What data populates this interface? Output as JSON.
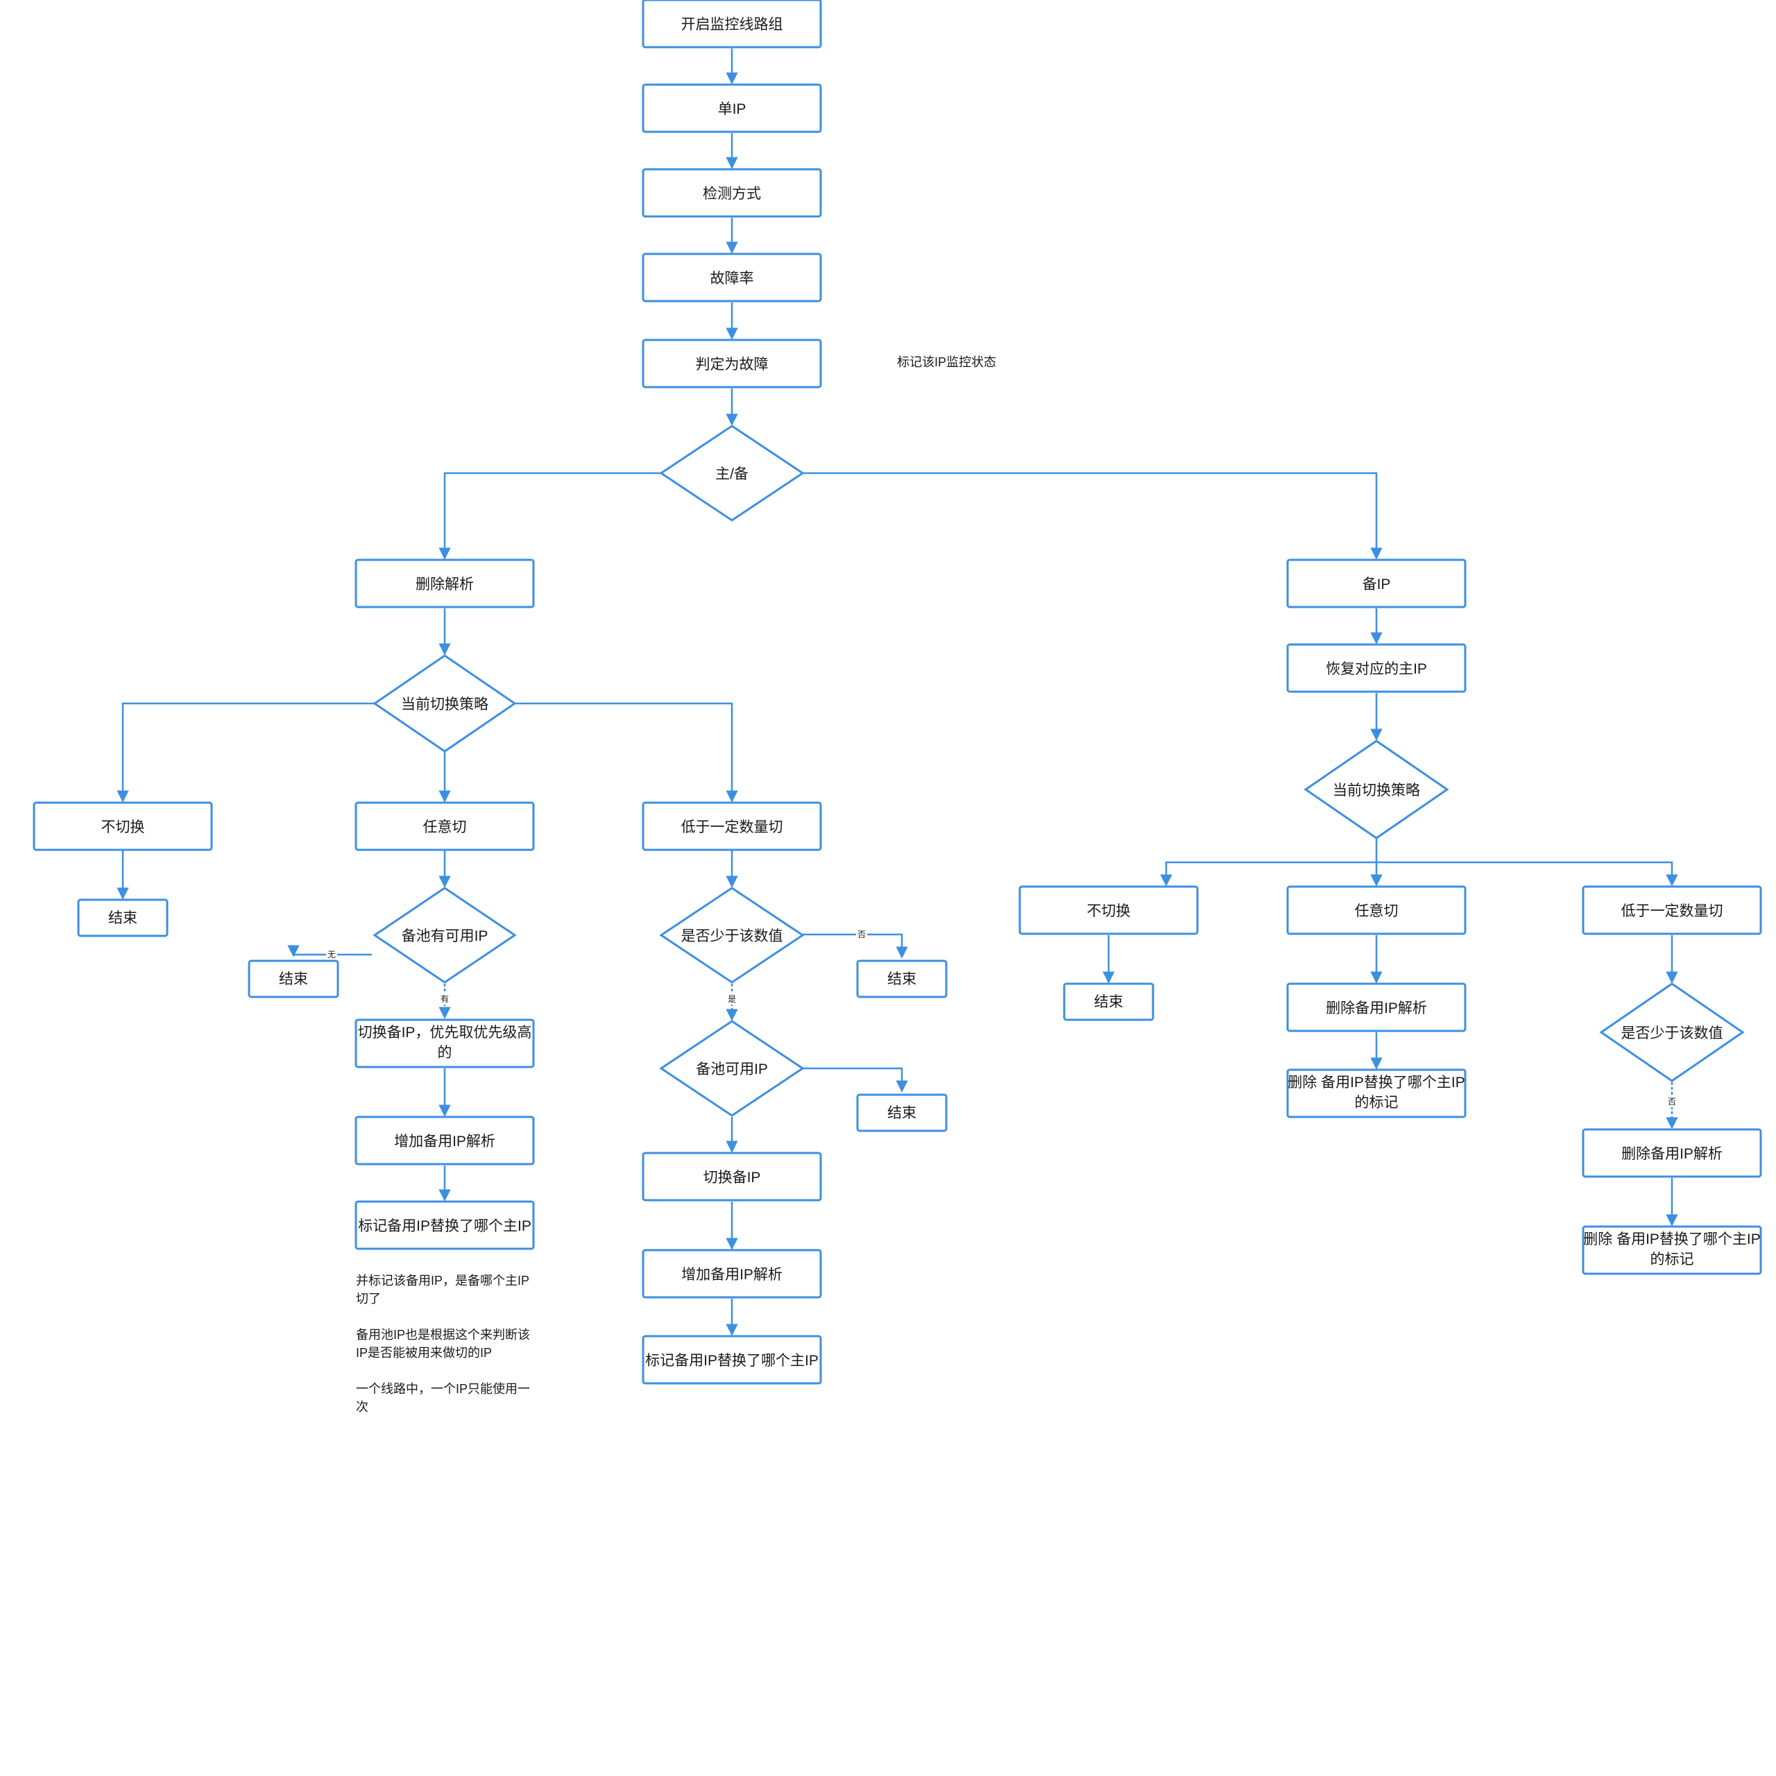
{
  "diagram": {
    "nodes": [
      {
        "id": "start",
        "label": "开启监控线路组"
      },
      {
        "id": "single_ip",
        "label": "单IP"
      },
      {
        "id": "detect",
        "label": "检测方式"
      },
      {
        "id": "fail_rate",
        "label": "故障率"
      },
      {
        "id": "judge",
        "label": "判定为故障"
      },
      {
        "id": "main_backup",
        "label": "主/备"
      },
      {
        "id": "delete_resolve",
        "label": "删除解析"
      },
      {
        "id": "strategy_left",
        "label": "当前切换策略"
      },
      {
        "id": "no_switch_left",
        "label": "不切换"
      },
      {
        "id": "end_left1",
        "label": "结束"
      },
      {
        "id": "any_switch_left",
        "label": "任意切"
      },
      {
        "id": "pool_has_ip",
        "label": "备池有可用IP"
      },
      {
        "id": "end_left2",
        "label": "结束"
      },
      {
        "id": "switch_backup_priority",
        "label": "切换备IP，优先取优先级高的"
      },
      {
        "id": "add_backup_resolve_left",
        "label": "增加备用IP解析"
      },
      {
        "id": "mark_backup_left",
        "label": "标记备用IP替换了哪个主IP"
      },
      {
        "id": "below_count_left",
        "label": "低于一定数量切"
      },
      {
        "id": "less_than_value_left",
        "label": "是否少于该数值"
      },
      {
        "id": "end_mid1",
        "label": "结束"
      },
      {
        "id": "pool_available",
        "label": "备池可用IP"
      },
      {
        "id": "end_mid2",
        "label": "结束"
      },
      {
        "id": "switch_backup",
        "label": "切换备IP"
      },
      {
        "id": "add_backup_resolve_mid",
        "label": "增加备用IP解析"
      },
      {
        "id": "mark_backup_mid",
        "label": "标记备用IP替换了哪个主IP"
      },
      {
        "id": "backup_ip",
        "label": "备IP"
      },
      {
        "id": "restore_main",
        "label": "恢复对应的主IP"
      },
      {
        "id": "strategy_right",
        "label": "当前切换策略"
      },
      {
        "id": "no_switch_right",
        "label": "不切换"
      },
      {
        "id": "end_right",
        "label": "结束"
      },
      {
        "id": "any_switch_right",
        "label": "任意切"
      },
      {
        "id": "delete_backup_resolve_r1",
        "label": "删除备用IP解析"
      },
      {
        "id": "delete_mark_r1",
        "label": "删除 备用IP替换了哪个主IP的标记"
      },
      {
        "id": "below_count_right",
        "label": "低于一定数量切"
      },
      {
        "id": "less_than_value_right",
        "label": "是否少于该数值"
      },
      {
        "id": "delete_backup_resolve_r2",
        "label": "删除备用IP解析"
      },
      {
        "id": "delete_mark_r2",
        "label": "删除 备用IP替换了哪个主IP的标记"
      }
    ],
    "edge_labels": {
      "no": "无",
      "yes_have": "有",
      "no_fou": "否",
      "yes_shi": "是",
      "no_fou_right": "否"
    },
    "notes": {
      "mark_status": "标记该IP监控状态",
      "note1_line1": "并标记该备用IP，是备哪个主IP",
      "note1_line2": "切了",
      "note2_line1": "备用池IP也是根据这个来判断该",
      "note2_line2": "IP是否能被用来做切的IP",
      "note3_line1": "一个线路中，一个IP只能使用一",
      "note3_line2": "次"
    },
    "colors": {
      "stroke": "#3d8fe0",
      "fill": "#ffffff",
      "text": "#1a1a1a"
    }
  }
}
